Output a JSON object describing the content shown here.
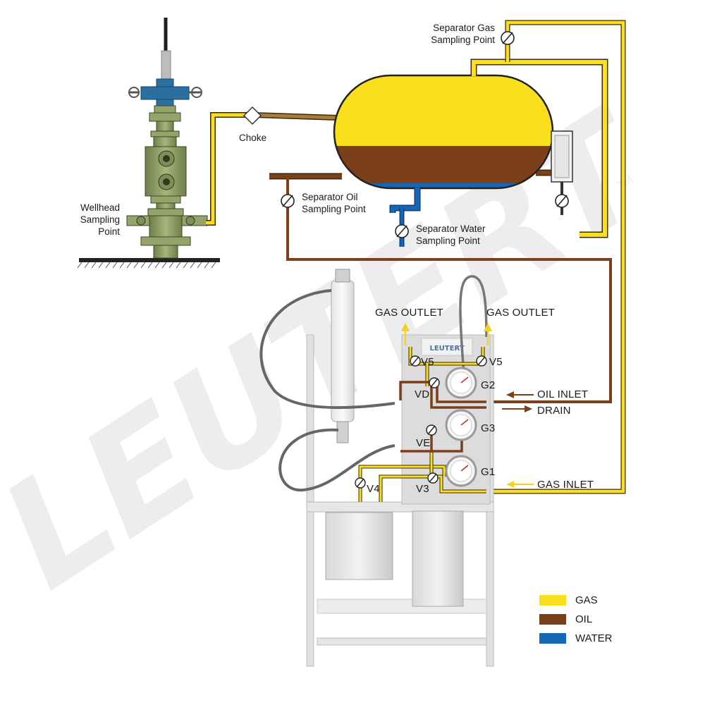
{
  "watermark": {
    "text": "LEUTERT",
    "trademark": "TM"
  },
  "brand_plate": "LEUTERT",
  "labels": {
    "separator_gas": [
      "Separator Gas",
      "Sampling Point"
    ],
    "choke": "Choke",
    "wellhead": [
      "Wellhead",
      "Sampling",
      "Point"
    ],
    "separator_oil": [
      "Separator Oil",
      "Sampling Point"
    ],
    "separator_water": [
      "Separator Water",
      "Sampling Point"
    ],
    "gas_outlet_left": "GAS OUTLET",
    "gas_outlet_right": "GAS OUTLET",
    "oil_inlet": "OIL INLET",
    "drain": "DRAIN",
    "gas_inlet": "GAS INLET"
  },
  "valves": {
    "v5_left": "V5",
    "v5_right": "V5",
    "vd": "VD",
    "ve": "VE",
    "v4": "V4",
    "v3": "V3"
  },
  "gauges": {
    "g1": "G1",
    "g2": "G2",
    "g3": "G3"
  },
  "legend": [
    {
      "label": "GAS",
      "color": "#f9df1c"
    },
    {
      "label": "OIL",
      "color": "#7b3f1a"
    },
    {
      "label": "WATER",
      "color": "#1565b8"
    }
  ],
  "colors": {
    "gas": "#f9df1c",
    "oil": "#7b3f1a",
    "water": "#1565b8",
    "wellhead": "#93a36a",
    "wellhead_blue": "#2a6f9e",
    "arrow_yellow": "#f5d21a",
    "arrow_brown": "#7b3f1a"
  }
}
